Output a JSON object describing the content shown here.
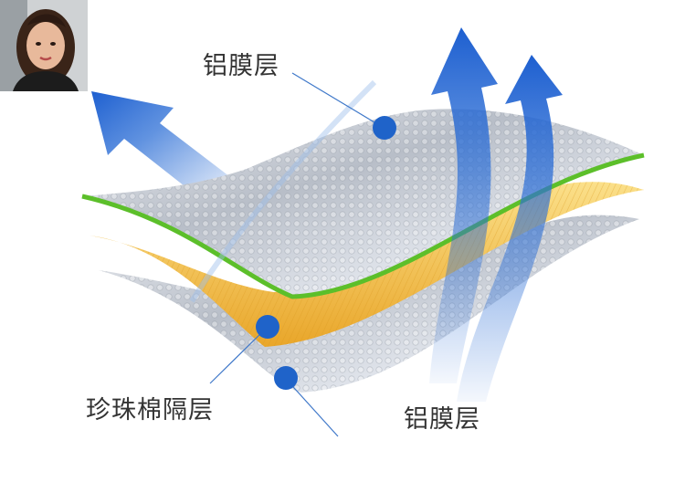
{
  "labels": {
    "top_layer": "铝膜层",
    "middle_layer": "珍珠棉隔层",
    "bottom_layer": "铝膜层"
  },
  "colors": {
    "arrow_blue": "#2d6fd6",
    "marker_blue": "#1f63c9",
    "foil_silver": "#c9ced6",
    "foam_yellow": "#f2b936",
    "edge_green": "#5cbf2a"
  },
  "avatar": {
    "icon": "person-photo"
  }
}
